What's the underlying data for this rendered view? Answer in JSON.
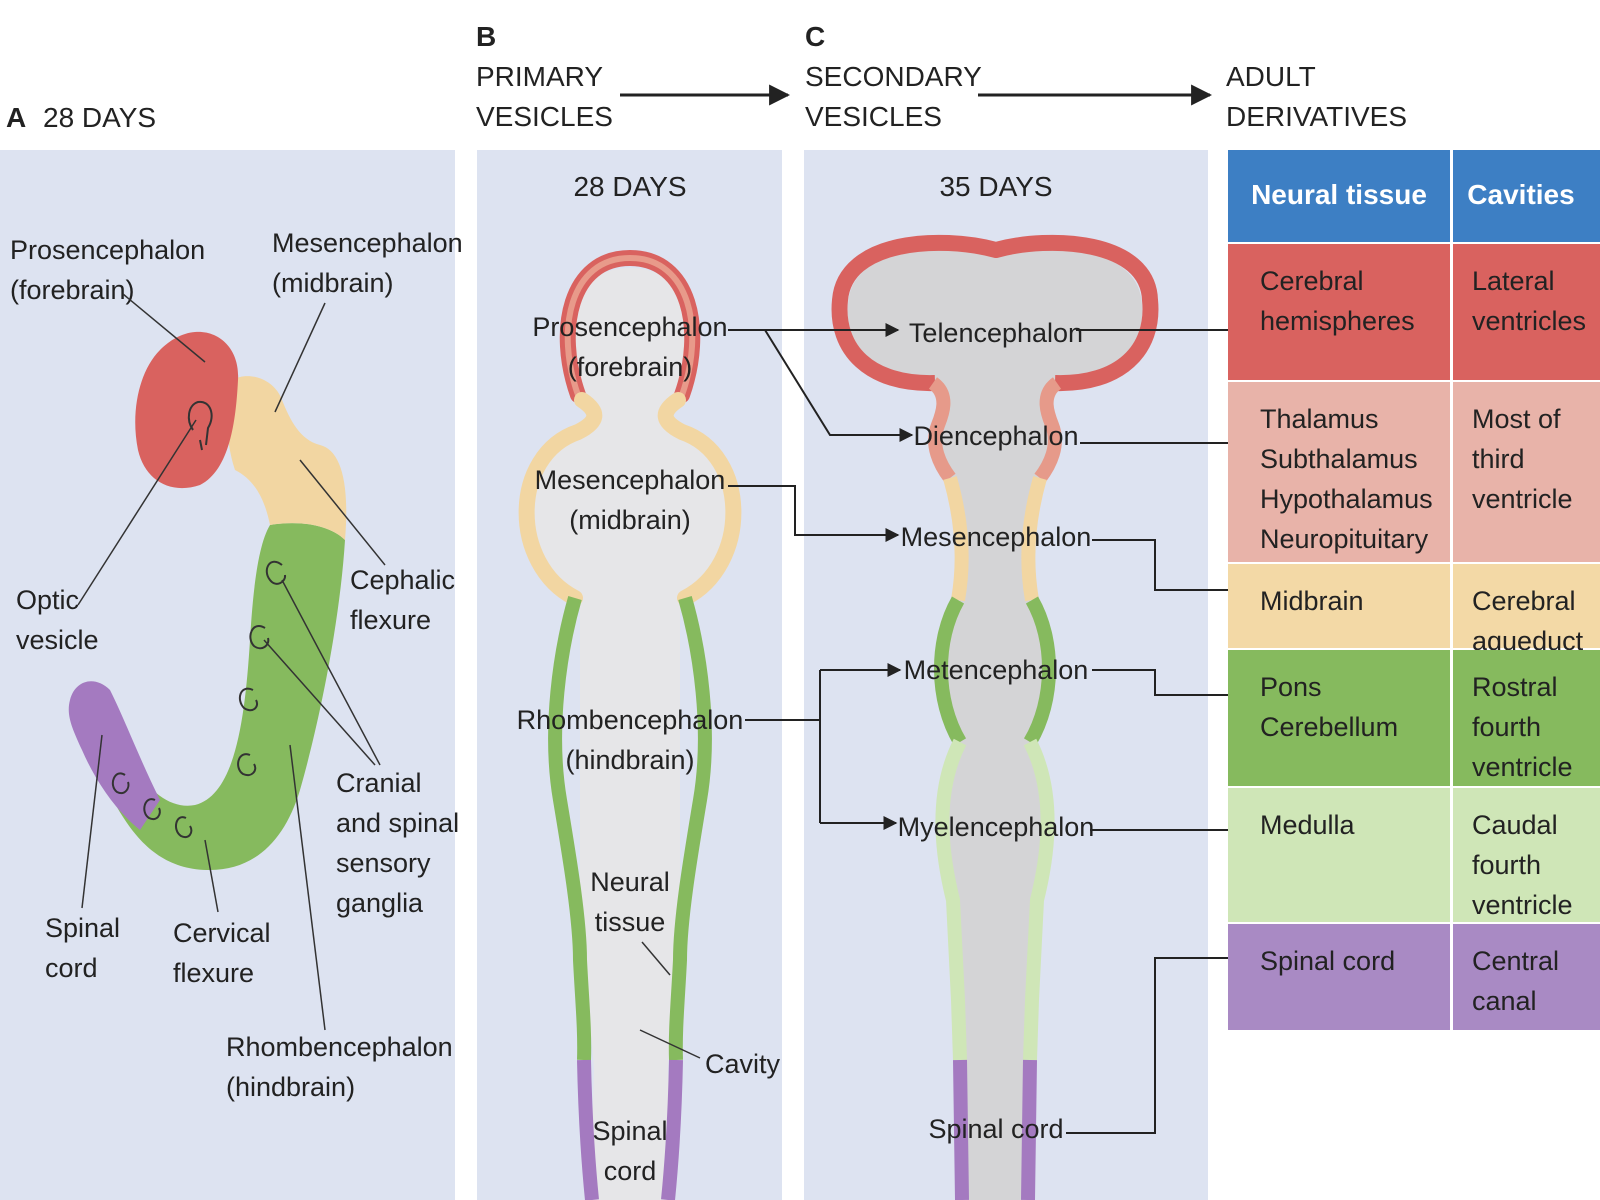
{
  "panel_a": {
    "letter": "A",
    "title": "28 DAYS",
    "labels": {
      "prosencephalon": [
        "Prosencephalon",
        "(forebrain)"
      ],
      "mesencephalon": [
        "Mesencephalon",
        "(midbrain)"
      ],
      "optic_vesicle": [
        "Optic",
        "vesicle"
      ],
      "cephalic_flexure": [
        "Cephalic",
        "flexure"
      ],
      "ganglia": [
        "Cranial",
        "and spinal",
        "sensory",
        "ganglia"
      ],
      "spinal_cord": [
        "Spinal",
        "cord"
      ],
      "cervical_flexure": [
        "Cervical",
        "flexure"
      ],
      "rhombencephalon": [
        "Rhombencephalon",
        "(hindbrain)"
      ]
    }
  },
  "panel_b": {
    "letter": "B",
    "title": [
      "PRIMARY",
      "VESICLES"
    ],
    "days": "28 DAYS",
    "labels": {
      "prosencephalon": [
        "Prosencephalon",
        "(forebrain)"
      ],
      "mesencephalon": [
        "Mesencephalon",
        "(midbrain)"
      ],
      "rhombencephalon": [
        "Rhombencephalon",
        "(hindbrain)"
      ],
      "neural_tissue": [
        "Neural",
        "tissue"
      ],
      "cavity": "Cavity",
      "spinal_cord": [
        "Spinal",
        "cord"
      ]
    }
  },
  "panel_c": {
    "letter": "C",
    "title": [
      "SECONDARY",
      "VESICLES"
    ],
    "days": "35 DAYS",
    "labels": {
      "telencephalon": "Telencephalon",
      "diencephalon": "Diencephalon",
      "mesencephalon": "Mesencephalon",
      "metencephalon": "Metencephalon",
      "myelencephalon": "Myelencephalon",
      "spinal_cord": "Spinal cord"
    }
  },
  "panel_d": {
    "title": [
      "ADULT",
      "DERIVATIVES"
    ],
    "headers": {
      "neural": "Neural tissue",
      "cavities": "Cavities"
    },
    "rows": [
      {
        "neural": [
          "Cerebral",
          "hemispheres"
        ],
        "cavity": [
          "Lateral",
          "ventricles"
        ],
        "color": "#d9625f"
      },
      {
        "neural": [
          "Thalamus",
          "Subthalamus",
          "Hypothalamus",
          "Neuropituitary"
        ],
        "cavity": [
          "Most of",
          "third",
          "ventricle"
        ],
        "color": "#e8b3a9"
      },
      {
        "neural": [
          "Midbrain"
        ],
        "cavity": [
          "Cerebral",
          "aqueduct"
        ],
        "color": "#f3d9a6"
      },
      {
        "neural": [
          "Pons",
          "Cerebellum"
        ],
        "cavity": [
          "Rostral",
          "fourth",
          "ventricle"
        ],
        "color": "#86ba5e"
      },
      {
        "neural": [
          "Medulla"
        ],
        "cavity": [
          "Caudal",
          "fourth",
          "ventricle"
        ],
        "color": "#cfe6b7"
      },
      {
        "neural": [
          "Spinal cord"
        ],
        "cavity": [
          "Central",
          "canal"
        ],
        "color": "#a98ac4"
      }
    ],
    "header_color": "#3d7fc4"
  },
  "colors": {
    "panel_bg": "#dde3f1",
    "forebrain": "#d9625f",
    "diencephalon": "#e69a8a",
    "midbrain": "#f2d6a2",
    "hindbrain": "#86ba5e",
    "myelencephalon": "#cfe6b7",
    "spinal": "#a47ac0",
    "cavity": "#d4d4d6"
  }
}
